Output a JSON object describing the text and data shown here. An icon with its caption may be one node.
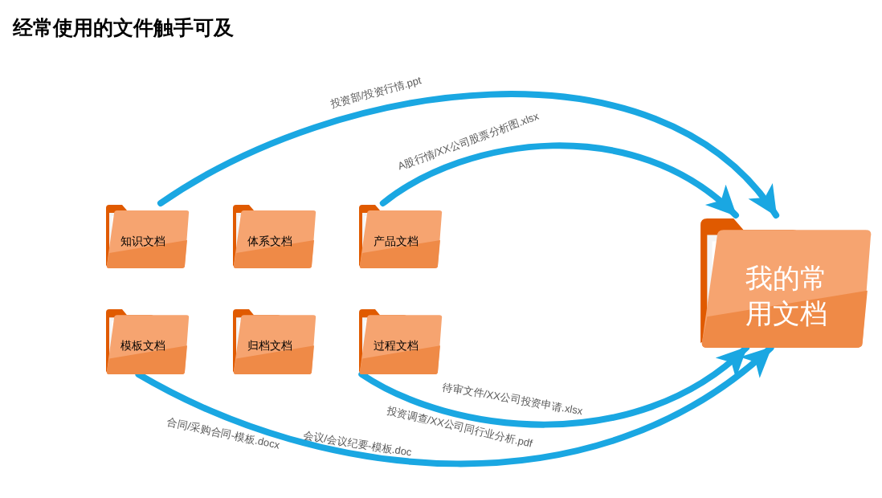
{
  "diagram": {
    "title": "经常使用的文件触手可及",
    "nodes": [
      {
        "text": [
          "知识文档"
        ]
      },
      {
        "text": [
          "体系文档"
        ]
      },
      {
        "text": [
          "产品文档"
        ]
      },
      {
        "text": [
          "模板文档"
        ]
      },
      {
        "text": [
          "归档文档"
        ]
      },
      {
        "text": [
          "过程文档"
        ]
      },
      {
        "text": [
          "我的常用文档"
        ]
      }
    ],
    "edges": [
      {
        "from": 0,
        "to": 6,
        "arrow": "to",
        "label": "投资部/投资行情.ppt"
      },
      {
        "from": 2,
        "to": 6,
        "arrow": "to",
        "label": "A股行情/XX公司股票分析图.xlsx"
      },
      {
        "from": 5,
        "to": 6,
        "arrow": "to",
        "label": "待审文件/XX公司投资申请.xlsx"
      },
      {
        "from": 3,
        "to": 6,
        "arrow": "to",
        "label": "会议/会议纪要-模板.doc"
      }
    ],
    "labels": [
      "投资调查/XX公司同行业分析.pdf",
      "合同/采购合同-模板.docx"
    ]
  }
}
